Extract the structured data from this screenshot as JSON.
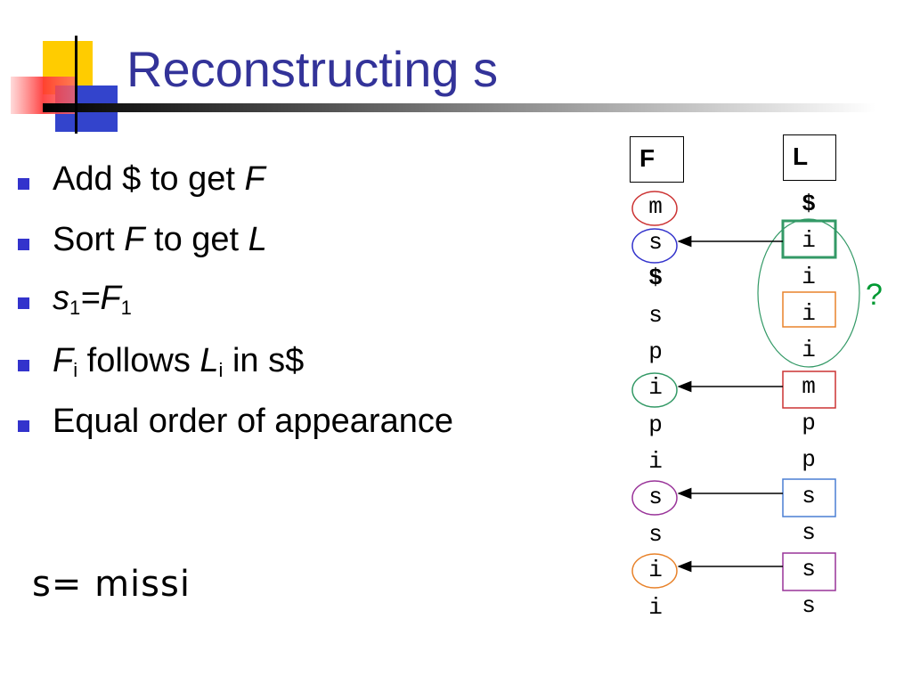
{
  "title": "Reconstructing s",
  "bullets": {
    "b1": {
      "text": "Add $ to get ",
      "var": "F"
    },
    "b2": {
      "pre": "Sort ",
      "var1": "F",
      "mid": " to get ",
      "var2": "L"
    },
    "b3": {
      "var1": "s",
      "sub1": "1",
      "eq": "=",
      "var2": "F",
      "sub2": "1"
    },
    "b4": {
      "var1": "F",
      "sub1": "i",
      "mid": " follows ",
      "var2": "L",
      "sub2": "i",
      "post": " in s$"
    },
    "b5": {
      "text": "Equal order of appearance"
    }
  },
  "result": "s= missi",
  "columns": {
    "f_header": "F",
    "l_header": "L",
    "f_chars": [
      "m",
      "s",
      "$",
      "s",
      "p",
      "i",
      "p",
      "i",
      "s",
      "s",
      "i",
      "i"
    ],
    "l_chars": [
      "$",
      "i",
      "i",
      "i",
      "i",
      "m",
      "p",
      "p",
      "s",
      "s",
      "s",
      "s"
    ]
  },
  "question": "?",
  "colors": {
    "title": "#333399",
    "bullet": "#3333cc",
    "red": "#cc3333",
    "blue": "#3333cc",
    "green": "#339966",
    "orange": "#e8822a",
    "purple": "#993399",
    "light_blue": "#4a7fd4",
    "question": "#009933"
  }
}
